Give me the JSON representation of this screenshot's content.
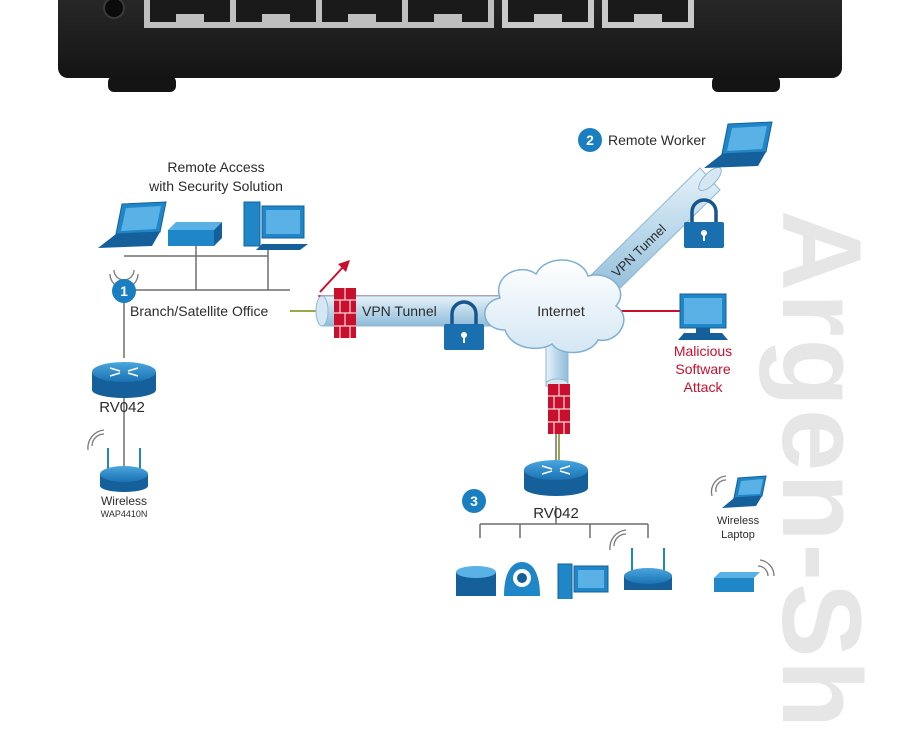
{
  "labels": {
    "remote_access_line1": "Remote Access",
    "remote_access_line2": "with Security Solution",
    "branch_office": "Branch/Satellite Office",
    "vpn_tunnel_left": "VPN Tunnel",
    "vpn_tunnel_right": "VPN Tunnel",
    "internet": "Internet",
    "remote_worker": "Remote Worker",
    "malicious_line1": "Malicious",
    "malicious_line2": "Software",
    "malicious_line3": "Attack",
    "rv042_left": "RV042",
    "rv042_bottom": "RV042",
    "wireless_ap": "Wireless",
    "wireless_ap_model": "WAP4410N",
    "wireless_laptop_line1": "Wireless",
    "wireless_laptop_line2": "Laptop"
  },
  "badges": {
    "one": "1",
    "two": "2",
    "three": "3"
  },
  "watermark": "Argen-Sh",
  "colors": {
    "accent_blue": "#1a7fc1",
    "device_blue": "#1f86c8",
    "firewall_red": "#c8102e",
    "malicious_text": "#c8102e",
    "line_gray": "#6d6d6d",
    "switch_body": "#1e1e1e"
  }
}
